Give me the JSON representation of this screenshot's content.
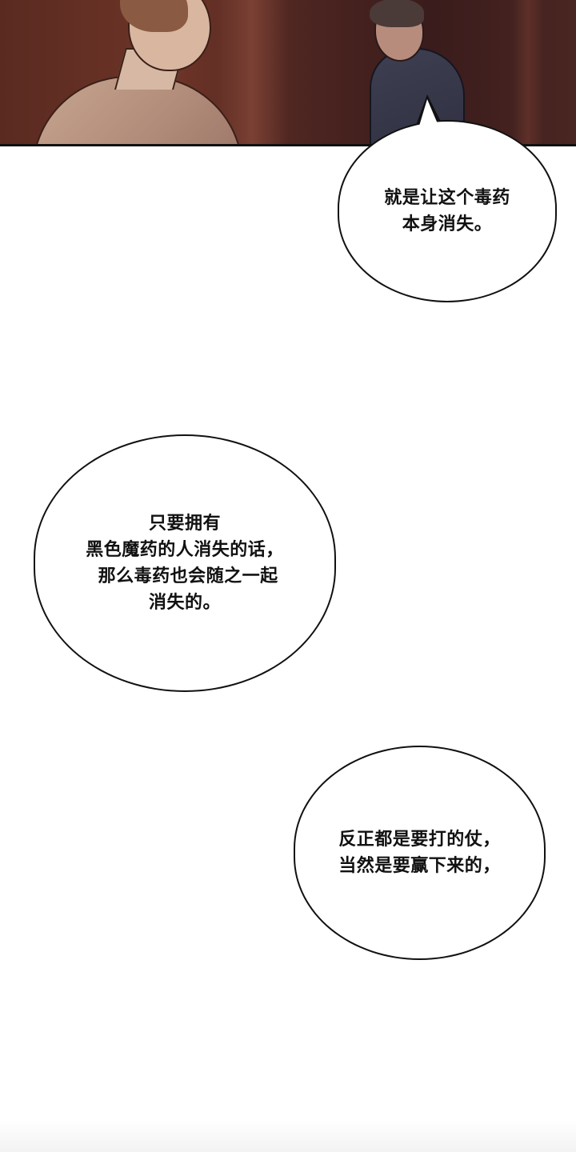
{
  "panel": {
    "description": "Two men in a dim reddish room; left man (back turned) shocked, right man in dark shirt calm",
    "colors": {
      "background": "#5a2a20",
      "border": "#111111",
      "page": "#ffffff"
    }
  },
  "bubbles": [
    {
      "id": "bubble-1",
      "speaker": "right-man",
      "lines": [
        "就是让这个毒药",
        "本身消失。"
      ],
      "text": "就是让这个毒药\n本身消失。"
    },
    {
      "id": "bubble-2",
      "lines": [
        "只要拥有",
        "黑色魔药的人消失的话，",
        " 那么毒药也会随之一起",
        "消失的。"
      ],
      "text": "只要拥有\n黑色魔药的人消失的话，\n 那么毒药也会随之一起\n消失的。"
    },
    {
      "id": "bubble-3",
      "lines": [
        "反正都是要打的仗，",
        "当然是要赢下来的，"
      ],
      "text": "反正都是要打的仗，\n当然是要赢下来的，"
    }
  ]
}
